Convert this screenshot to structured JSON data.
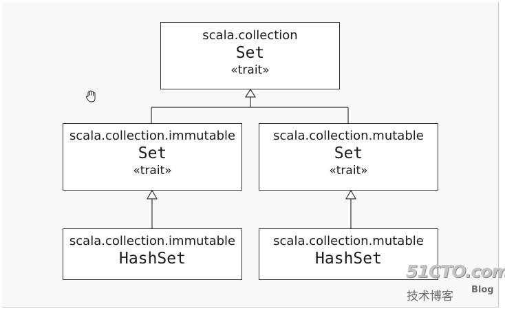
{
  "nodes": {
    "set_collection": {
      "package": "scala.collection",
      "name": "Set",
      "stereotype": "«trait»"
    },
    "set_immutable": {
      "package": "scala.collection.immutable",
      "name": "Set",
      "stereotype": "«trait»"
    },
    "set_mutable": {
      "package": "scala.collection.mutable",
      "name": "Set",
      "stereotype": "«trait»"
    },
    "hashset_immutable": {
      "package": "scala.collection.immutable",
      "name": "HashSet"
    },
    "hashset_mutable": {
      "package": "scala.collection.mutable",
      "name": "HashSet"
    }
  },
  "edges": [
    {
      "from": "set_immutable",
      "to": "set_collection",
      "type": "inheritance"
    },
    {
      "from": "set_mutable",
      "to": "set_collection",
      "type": "inheritance"
    },
    {
      "from": "hashset_immutable",
      "to": "set_immutable",
      "type": "inheritance"
    },
    {
      "from": "hashset_mutable",
      "to": "set_mutable",
      "type": "inheritance"
    }
  ],
  "watermark": {
    "brand": "51CTO.com",
    "subtitle": "技术博客",
    "blog": "Blog"
  },
  "icons": {
    "cursor": "hand-cursor-icon"
  }
}
